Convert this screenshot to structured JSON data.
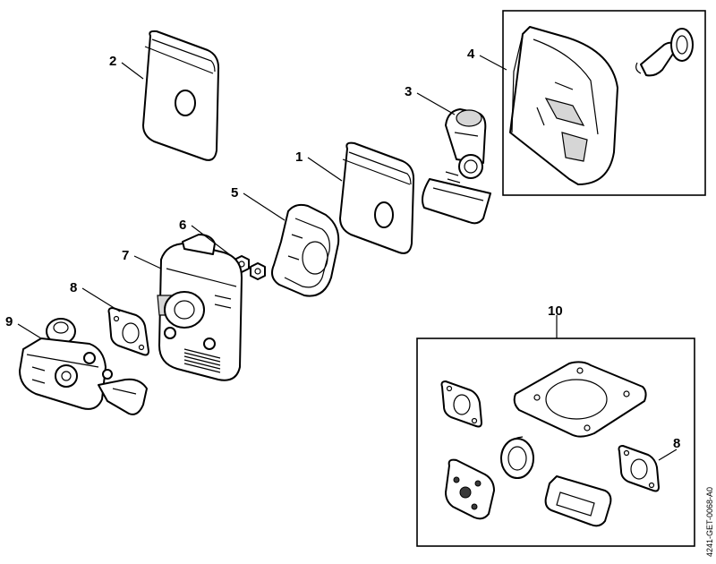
{
  "callouts": {
    "c1": "1",
    "c2": "2",
    "c3": "3",
    "c4": "4",
    "c5": "5",
    "c6": "6",
    "c7": "7",
    "c8": "8",
    "c8b": "8",
    "c9": "9",
    "c10": "10"
  },
  "doc_id": "4241-GET-0068-A0"
}
